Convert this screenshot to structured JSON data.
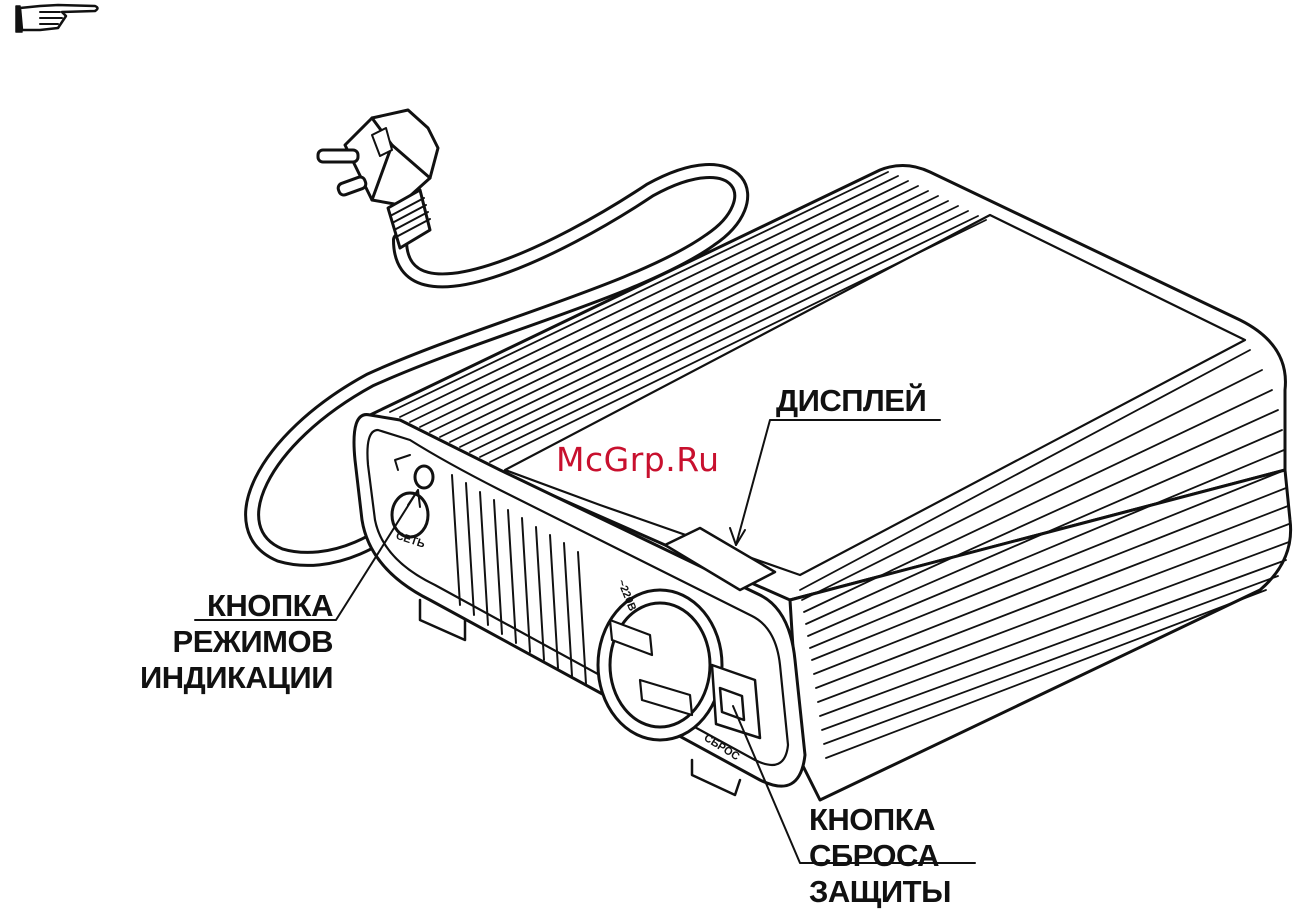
{
  "labels": {
    "display": "ДИСПЛЕЙ",
    "mode_button": [
      "КНОПКА",
      "РЕЖИМОВ",
      "ИНДИКАЦИИ"
    ],
    "reset_button": [
      "КНОПКА",
      "СБРОСА",
      "ЗАЩИТЫ"
    ]
  },
  "panel_markings": {
    "socket_voltage": "~220В",
    "mains": "СЕТЬ",
    "reset": "СБРОС"
  },
  "watermark": "McGrp.Ru",
  "colors": {
    "ink": "#111111",
    "watermark": "#c8102e",
    "background": "#ffffff"
  },
  "icons": {
    "note": "pointing-hand-icon"
  }
}
